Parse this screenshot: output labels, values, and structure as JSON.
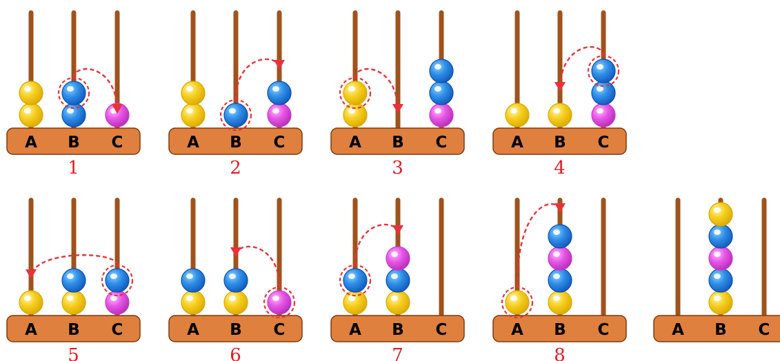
{
  "colors": {
    "rod": "#a0521c",
    "base": "#e0803e",
    "base_stroke": "#7a3a10",
    "arrow": "#e8323a",
    "step_number": "#e01b24",
    "bead_yellow": "#f6cf1f",
    "bead_blue": "#2f8fe8",
    "bead_magenta": "#e857e8"
  },
  "rod_labels": [
    "A",
    "B",
    "C"
  ],
  "panels": [
    {
      "number": "1",
      "rods": [
        [
          "yellow",
          "yellow"
        ],
        [
          "blue",
          "blue"
        ],
        [
          "magenta"
        ]
      ],
      "highlight": {
        "rod": 1,
        "level": 1
      },
      "move": {
        "from": 1,
        "to": 2,
        "from_level": 1,
        "to_level": 0
      }
    },
    {
      "number": "2",
      "rods": [
        [
          "yellow",
          "yellow"
        ],
        [
          "blue"
        ],
        [
          "magenta",
          "blue"
        ]
      ],
      "highlight": {
        "rod": 1,
        "level": 0
      },
      "move": {
        "from": 1,
        "to": 2,
        "from_level": 0,
        "to_level": 2
      }
    },
    {
      "number": "3",
      "rods": [
        [
          "yellow",
          "yellow"
        ],
        [],
        [
          "magenta",
          "blue",
          "blue"
        ]
      ],
      "highlight": {
        "rod": 0,
        "level": 1
      },
      "move": {
        "from": 0,
        "to": 1,
        "from_level": 1,
        "to_level": 0
      }
    },
    {
      "number": "4",
      "rods": [
        [
          "yellow"
        ],
        [
          "yellow"
        ],
        [
          "magenta",
          "blue",
          "blue"
        ]
      ],
      "highlight": {
        "rod": 2,
        "level": 2
      },
      "move": {
        "from": 2,
        "to": 1,
        "from_level": 2,
        "to_level": 1
      }
    },
    {
      "number": "5",
      "rods": [
        [
          "yellow"
        ],
        [
          "yellow",
          "blue"
        ],
        [
          "magenta",
          "blue"
        ]
      ],
      "highlight": {
        "rod": 2,
        "level": 1
      },
      "move": {
        "from": 2,
        "to": 0,
        "from_level": 1,
        "to_level": 1
      }
    },
    {
      "number": "6",
      "rods": [
        [
          "yellow",
          "blue"
        ],
        [
          "yellow",
          "blue"
        ],
        [
          "magenta"
        ]
      ],
      "highlight": {
        "rod": 2,
        "level": 0
      },
      "move": {
        "from": 2,
        "to": 1,
        "from_level": 0,
        "to_level": 2
      }
    },
    {
      "number": "7",
      "rods": [
        [
          "yellow",
          "blue"
        ],
        [
          "yellow",
          "blue",
          "magenta"
        ],
        []
      ],
      "highlight": {
        "rod": 0,
        "level": 1
      },
      "move": {
        "from": 0,
        "to": 1,
        "from_level": 1,
        "to_level": 3
      }
    },
    {
      "number": "8",
      "rods": [
        [
          "yellow"
        ],
        [
          "yellow",
          "blue",
          "magenta",
          "blue"
        ],
        []
      ],
      "highlight": {
        "rod": 0,
        "level": 0
      },
      "move": {
        "from": 0,
        "to": 1,
        "from_level": 0,
        "to_level": 4
      }
    },
    {
      "number": "",
      "rods": [
        [],
        [
          "yellow",
          "blue",
          "magenta",
          "blue",
          "yellow"
        ],
        []
      ],
      "highlight": null,
      "move": null
    }
  ]
}
